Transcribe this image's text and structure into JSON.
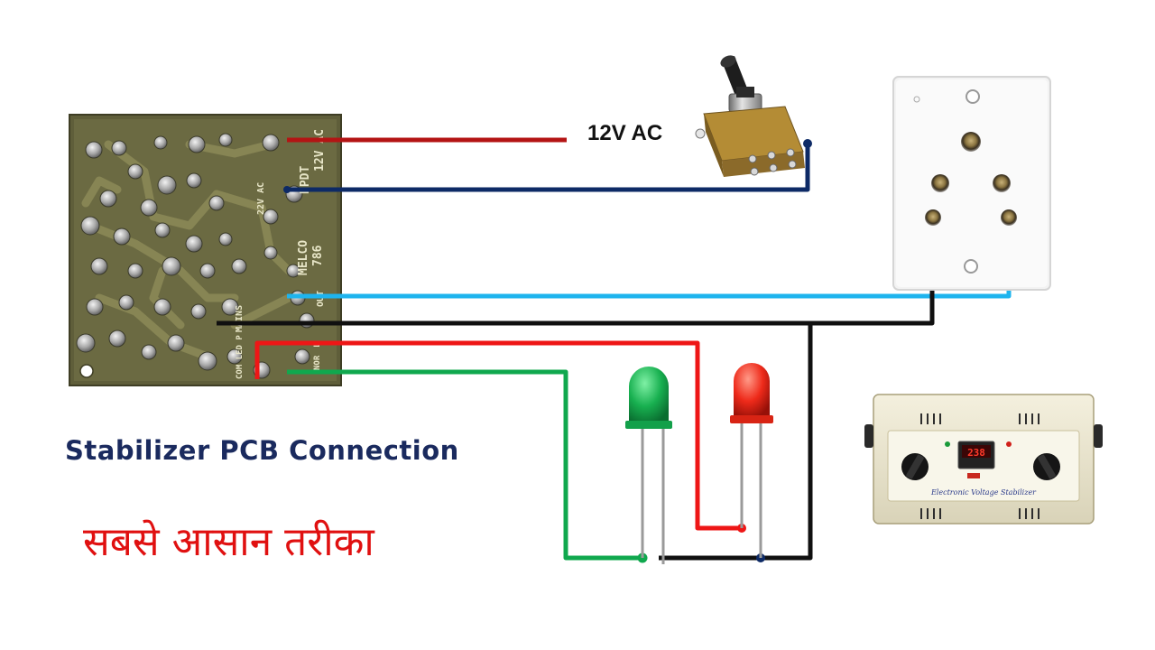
{
  "labels": {
    "supply": "12V AC",
    "title": "Stabilizer PCB Connection",
    "hindi_tagline": "सबसे आसान तरीका"
  },
  "pcb": {
    "markings": [
      "MELCO",
      "786",
      "DPDT",
      "12V AC",
      "22V AC",
      "MAINS",
      "COM LED P",
      "NOR",
      "L",
      "OUT"
    ]
  },
  "stabilizer": {
    "panel_text": "Electronic Voltage Stabilizer",
    "display": "238"
  },
  "wires": {
    "colors": {
      "dark_red": "#b41414",
      "navy": "#0d2a66",
      "sky_blue": "#1eb4ee",
      "black": "#101010",
      "red": "#ee1616",
      "green": "#10a84e"
    }
  }
}
